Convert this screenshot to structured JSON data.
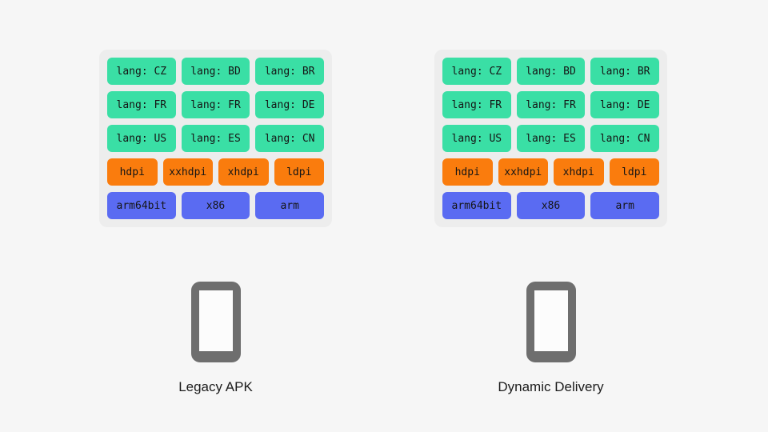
{
  "background": {
    "page_color": "#f6f6f6",
    "panel_color": "#ededed"
  },
  "colors": {
    "lang_pill": "#3adfa5",
    "dpi_pill": "#fa7c0d",
    "abi_pill": "#5a6bf2",
    "pill_text": "#151515",
    "phone_body": "#6e6e6e",
    "phone_screen": "#fcfcfc",
    "label_text": "#1b1b1b"
  },
  "panels": [
    {
      "id": "legacy-apk",
      "rows": [
        {
          "type": "lang",
          "pills": [
            "lang: CZ",
            "lang: BD",
            "lang: BR"
          ]
        },
        {
          "type": "lang",
          "pills": [
            "lang: FR",
            "lang: FR",
            "lang: DE"
          ]
        },
        {
          "type": "lang",
          "pills": [
            "lang: US",
            "lang: ES",
            "lang: CN"
          ]
        },
        {
          "type": "dpi",
          "pills": [
            "hdpi",
            "xxhdpi",
            "xhdpi",
            "ldpi"
          ]
        },
        {
          "type": "abi",
          "pills": [
            "arm64bit",
            "x86",
            "arm"
          ]
        }
      ],
      "device_label": "Legacy APK"
    },
    {
      "id": "dynamic-delivery",
      "rows": [
        {
          "type": "lang",
          "pills": [
            "lang: CZ",
            "lang: BD",
            "lang: BR"
          ]
        },
        {
          "type": "lang",
          "pills": [
            "lang: FR",
            "lang: FR",
            "lang: DE"
          ]
        },
        {
          "type": "lang",
          "pills": [
            "lang: US",
            "lang: ES",
            "lang: CN"
          ]
        },
        {
          "type": "dpi",
          "pills": [
            "hdpi",
            "xxhdpi",
            "xhdpi",
            "ldpi"
          ]
        },
        {
          "type": "abi",
          "pills": [
            "arm64bit",
            "x86",
            "arm"
          ]
        }
      ],
      "device_label": "Dynamic Delivery"
    }
  ],
  "icons": {
    "phone": "phone-icon"
  }
}
